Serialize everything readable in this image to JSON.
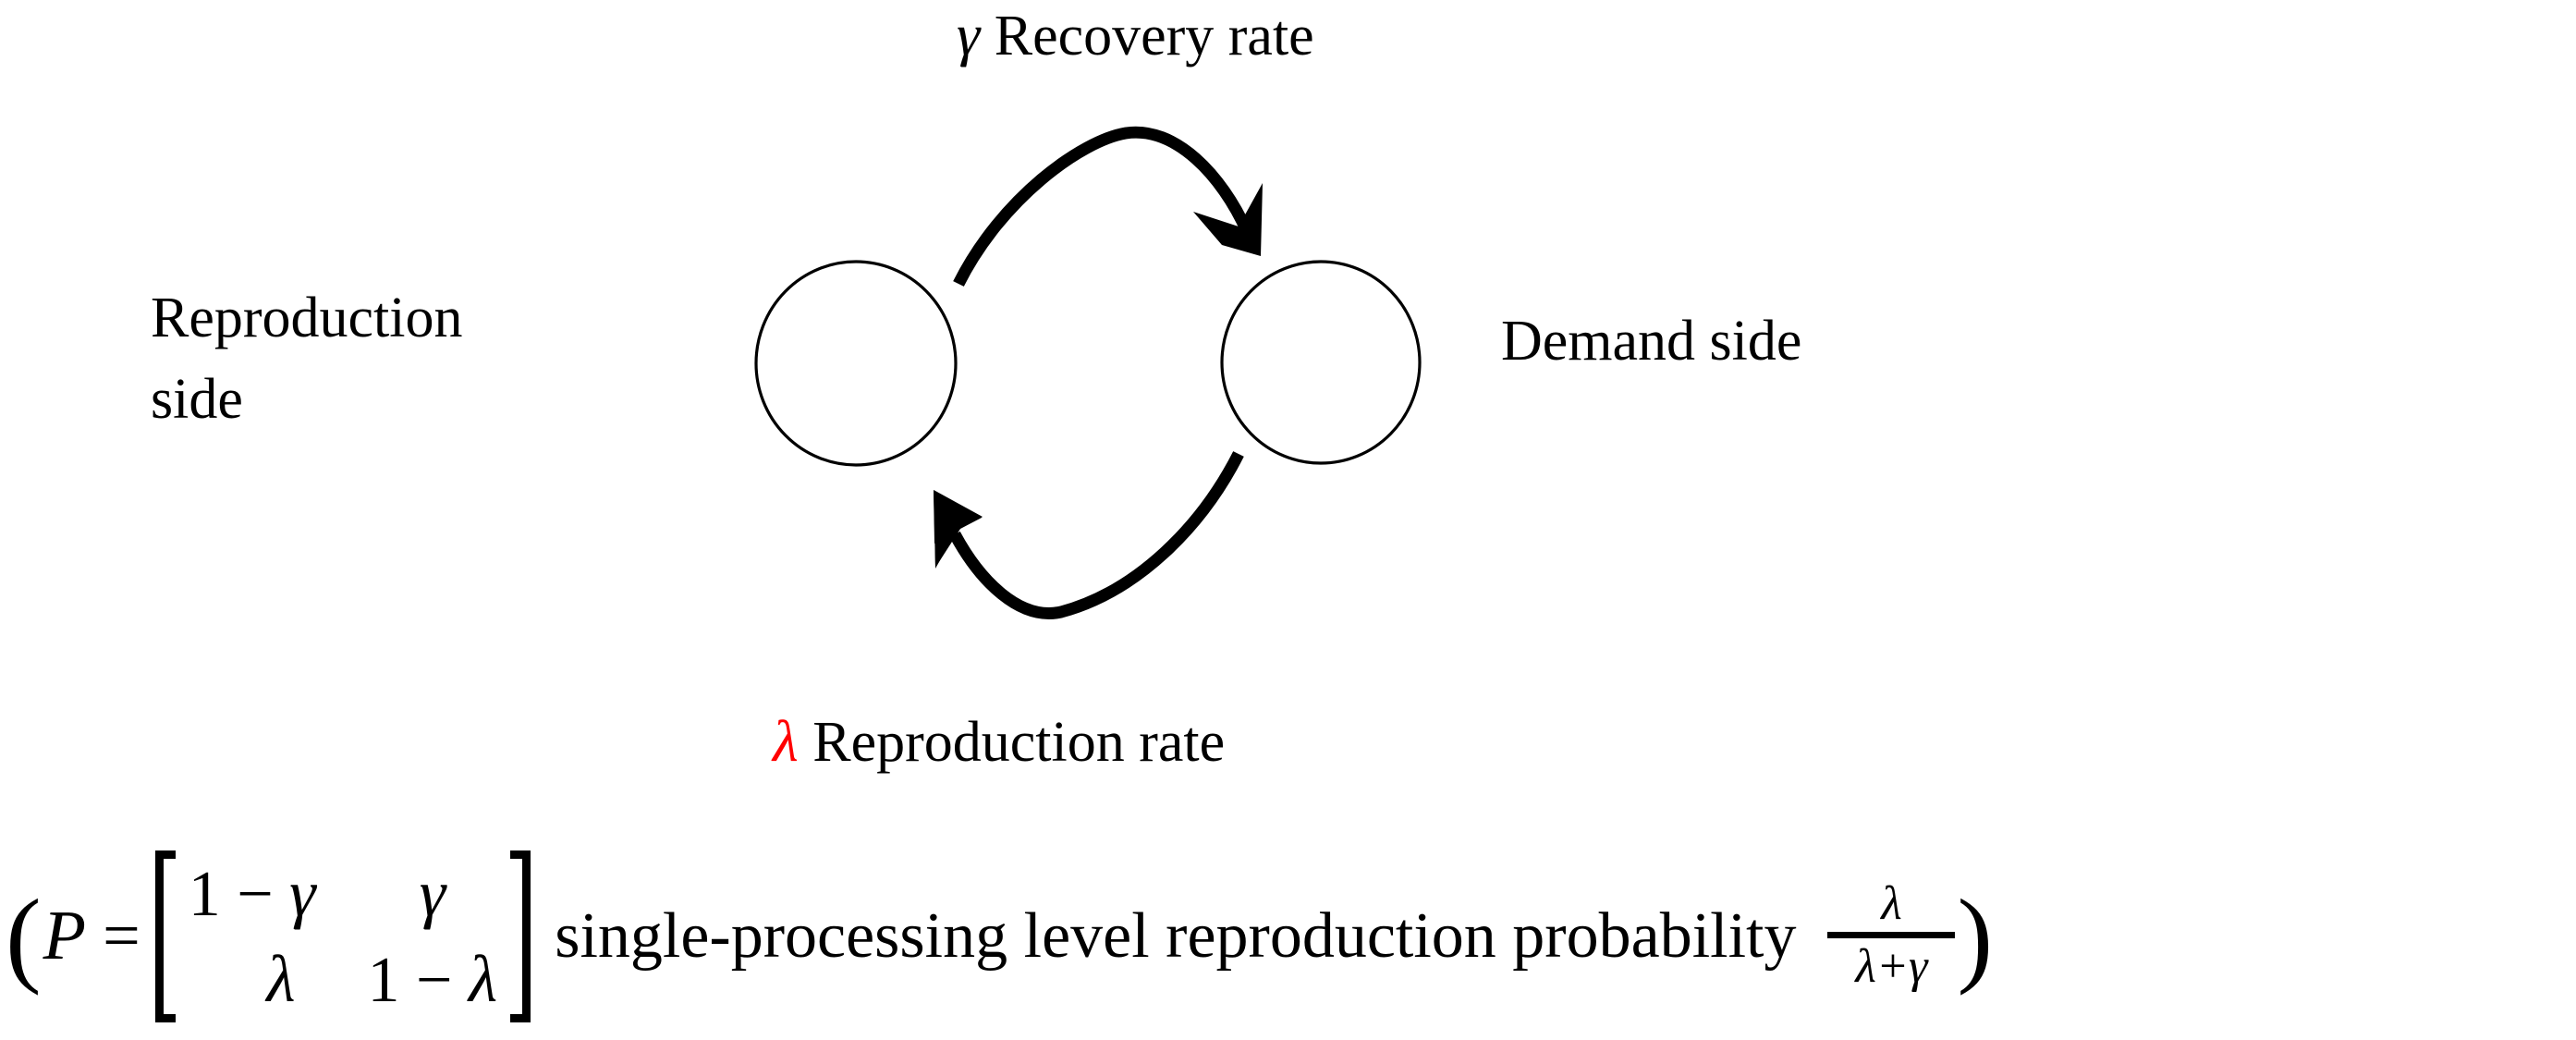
{
  "diagram": {
    "type": "two-state-markov-cycle",
    "background_color": "#ffffff",
    "ink_color": "#000000",
    "accent_color": "#FF0000",
    "nodes": [
      {
        "id": "reproduction",
        "label": "Reproduction side",
        "label_line_1": "Reproduction",
        "label_line_2": "side",
        "shape": "circle"
      },
      {
        "id": "demand",
        "label": "Demand side",
        "shape": "circle"
      }
    ],
    "edges": [
      {
        "id": "recovery",
        "from": "reproduction",
        "to": "demand",
        "symbol": "γ",
        "caption": "Recovery rate",
        "caption_full": "γ Recovery rate",
        "symbol_color": "#000000",
        "position": "top"
      },
      {
        "id": "reproduction-rate",
        "from": "demand",
        "to": "reproduction",
        "symbol": "λ",
        "caption": "Reproduction rate",
        "caption_full": "λ Reproduction rate",
        "symbol_color": "#FF0000",
        "position": "bottom"
      }
    ]
  },
  "equation": {
    "open_paren": "(",
    "matrix_name": "P",
    "equals": "=",
    "matrix": {
      "rows": [
        [
          "1 − γ",
          "γ"
        ],
        [
          "λ",
          "1 − λ"
        ]
      ],
      "cells": {
        "r1c1_num": "1",
        "r1c1_op": "−",
        "r1c1_var": "γ",
        "r1c2_var": "γ",
        "r2c1_var": "λ",
        "r2c2_num": "1",
        "r2c2_op": "−",
        "r2c2_var": "λ"
      },
      "left_bracket": "[",
      "right_bracket": "]"
    },
    "prose": "single-processing level reproduction probability",
    "fraction": {
      "numerator": "λ",
      "denominator": "λ+γ",
      "inline": "λ/(λ+γ)"
    },
    "close_paren": ")",
    "full_text": "(P = [1−γ  γ ; λ  1−λ] single-processing level reproduction probability λ/(λ+γ))"
  }
}
